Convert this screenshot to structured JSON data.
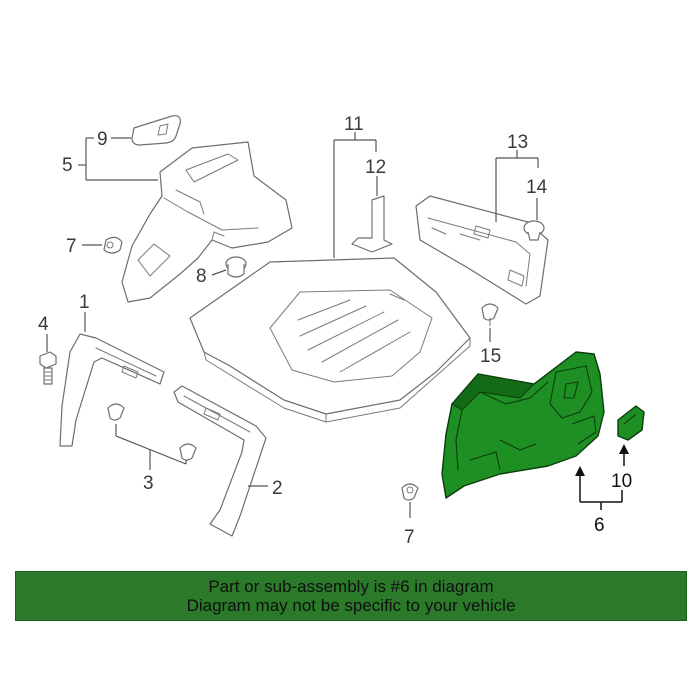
{
  "callouts": {
    "c1": "1",
    "c2": "2",
    "c3": "3",
    "c4": "4",
    "c5": "5",
    "c6": "6",
    "c7a": "7",
    "c7b": "7",
    "c8": "8",
    "c9": "9",
    "c10": "10",
    "c11": "11",
    "c12": "12",
    "c13": "13",
    "c14": "14",
    "c15": "15"
  },
  "highlight": {
    "part_number": "6",
    "color": "#1e8f22"
  },
  "banner": {
    "line1": "Part or sub-assembly is #6 in diagram",
    "line2": "Diagram may not be specific to your vehicle",
    "background": "#2a7a2a"
  }
}
